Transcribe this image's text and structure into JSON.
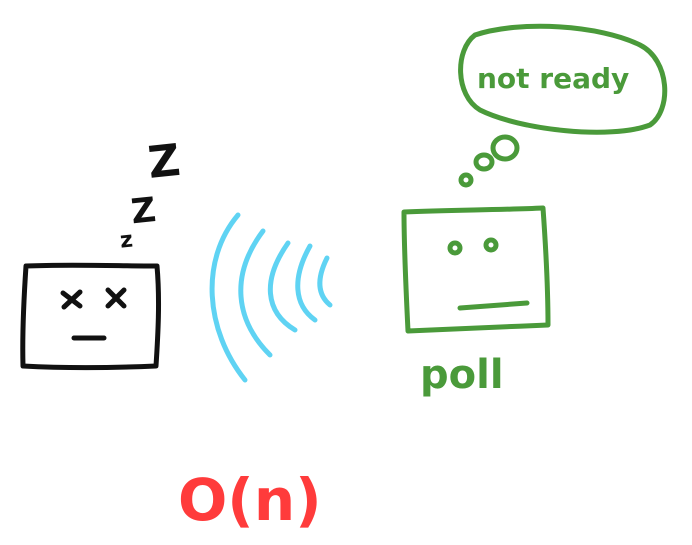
{
  "sleeper": {
    "snore_marks": [
      "Z",
      "Z",
      "z"
    ]
  },
  "poller": {
    "thought": "not ready",
    "label": "poll"
  },
  "complexity": "O(n)",
  "colors": {
    "sleeper": "#111111",
    "signal": "#5fd3f3",
    "poller": "#4a9a3a",
    "complexity": "#ff3b3b"
  }
}
